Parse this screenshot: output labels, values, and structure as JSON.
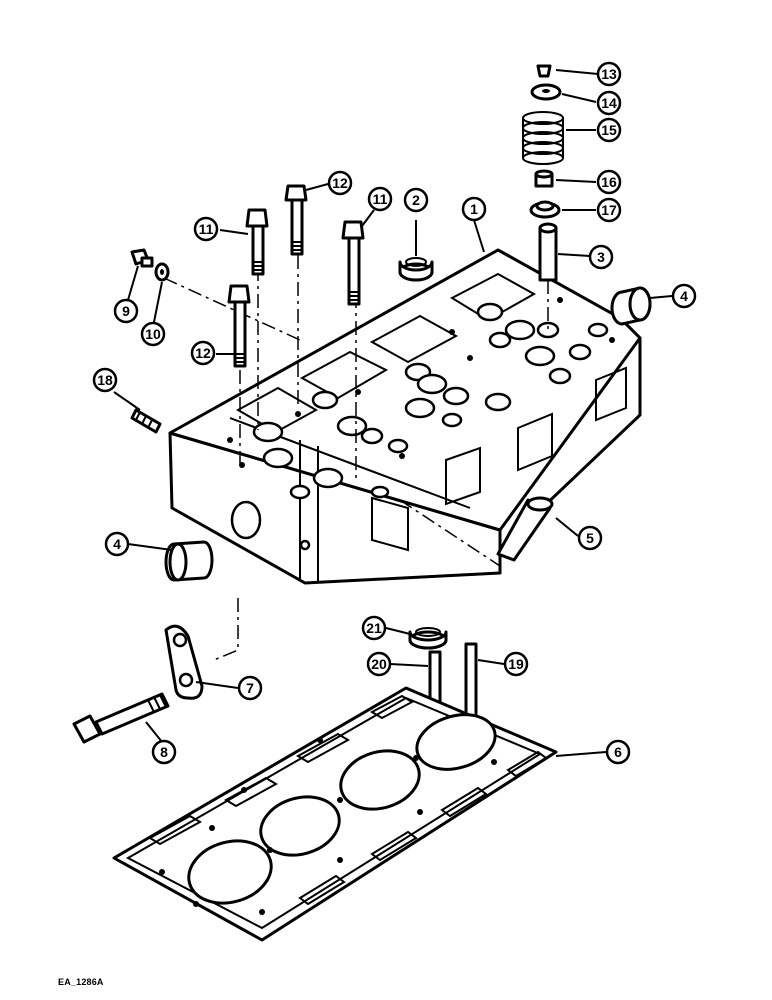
{
  "figure_code": "EA_1286A",
  "callouts": {
    "c1": "1",
    "c2": "2",
    "c3": "3",
    "c4a": "4",
    "c4b": "4",
    "c5": "5",
    "c6": "6",
    "c7": "7",
    "c8": "8",
    "c9": "9",
    "c10": "10",
    "c11a": "11",
    "c11b": "11",
    "c12a": "12",
    "c12b": "12",
    "c13": "13",
    "c14": "14",
    "c15": "15",
    "c16": "16",
    "c17": "17",
    "c18": "18",
    "c19": "19",
    "c20": "20",
    "c21": "21"
  }
}
